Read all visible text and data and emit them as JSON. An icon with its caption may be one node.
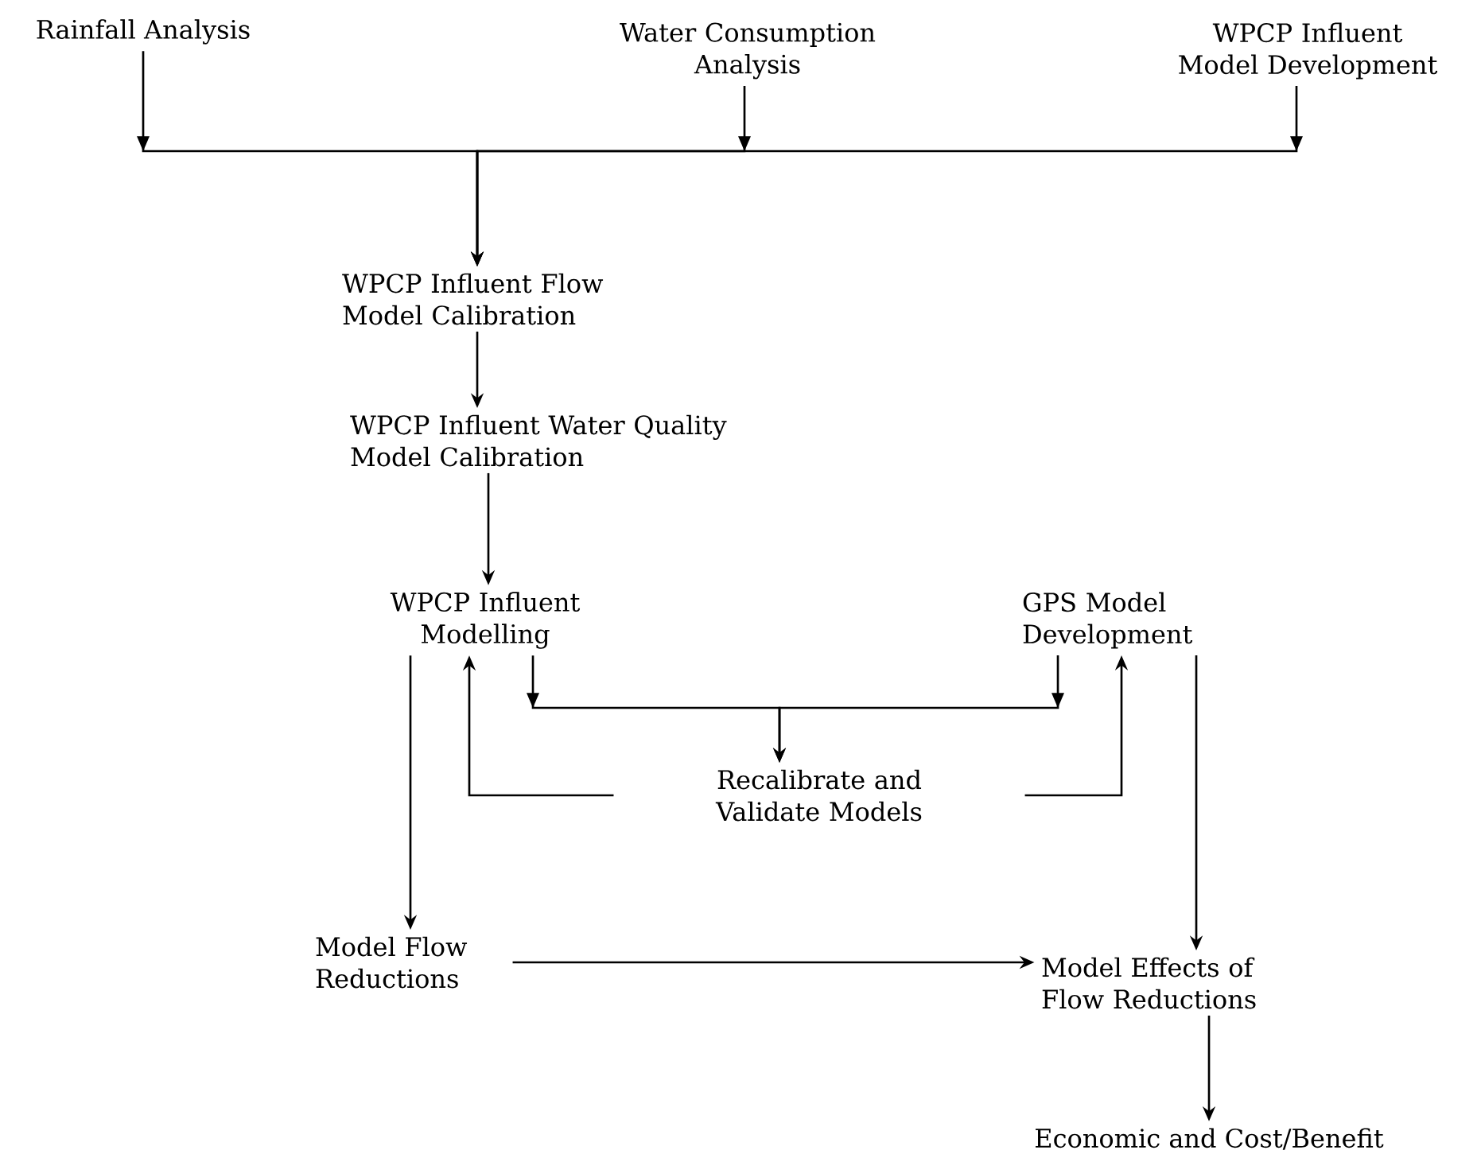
{
  "diagram": {
    "nodes": [
      {
        "text": [
          "Rainfall Analysis"
        ]
      },
      {
        "text": [
          "Water Consumption Analysis"
        ]
      },
      {
        "text": [
          "WPCP Influent Model Development"
        ]
      },
      {
        "text": [
          "WPCP Influent Flow Model Calibration"
        ]
      },
      {
        "text": [
          "WPCP Influent Water Quality Model Calibration"
        ]
      },
      {
        "text": [
          "WPCP Influent Modelling"
        ]
      },
      {
        "text": [
          "GPS Model Development"
        ]
      },
      {
        "text": [
          "Recalibrate and Validate Models"
        ]
      },
      {
        "text": [
          "Model Flow Reductions"
        ]
      },
      {
        "text": [
          "Model Effects of Flow Reductions"
        ]
      },
      {
        "text": [
          "Economic and Cost/Benefit"
        ]
      }
    ],
    "edges": [
      {
        "from": 0,
        "to": 3,
        "arrow": "to"
      },
      {
        "from": 1,
        "to": 3,
        "arrow": "to"
      },
      {
        "from": 2,
        "to": 3,
        "arrow": "to"
      },
      {
        "from": 3,
        "to": 4,
        "arrow": "to"
      },
      {
        "from": 4,
        "to": 5,
        "arrow": "to"
      },
      {
        "from": 5,
        "to": 7,
        "arrow": "to"
      },
      {
        "from": 6,
        "to": 7,
        "arrow": "to"
      },
      {
        "from": 7,
        "to": 5,
        "arrow": "to"
      },
      {
        "from": 7,
        "to": 6,
        "arrow": "to"
      },
      {
        "from": 5,
        "to": 8,
        "arrow": "to"
      },
      {
        "from": 6,
        "to": 9,
        "arrow": "to"
      },
      {
        "from": 8,
        "to": 9,
        "arrow": "to"
      },
      {
        "from": 9,
        "to": 10,
        "arrow": "to"
      }
    ]
  }
}
